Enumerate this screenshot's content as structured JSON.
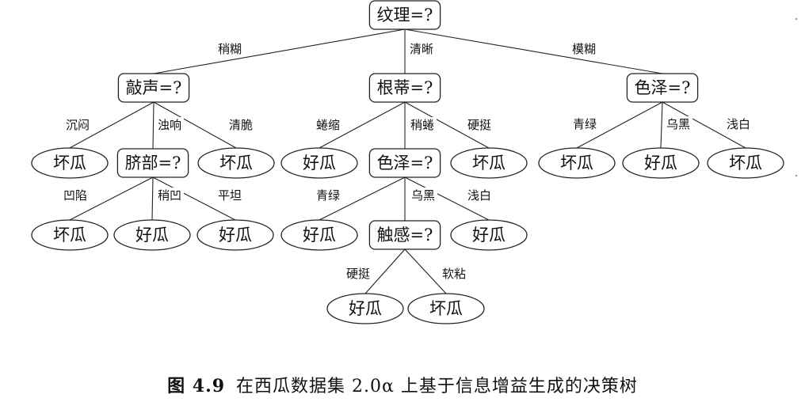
{
  "tree": {
    "root": "纹理=?",
    "branches": [
      {
        "edge": "稍糊",
        "node": "敲声=?",
        "branches": [
          {
            "edge": "沉闷",
            "leaf": "坏瓜"
          },
          {
            "edge": "浊响",
            "node": "脐部=?",
            "branches": [
              {
                "edge": "凹陷",
                "leaf": "坏瓜"
              },
              {
                "edge": "稍凹",
                "leaf": "好瓜"
              },
              {
                "edge": "平坦",
                "leaf": "好瓜"
              }
            ]
          },
          {
            "edge": "清脆",
            "leaf": "坏瓜"
          }
        ]
      },
      {
        "edge": "清晰",
        "node": "根蒂=?",
        "branches": [
          {
            "edge": "蜷缩",
            "leaf": "好瓜"
          },
          {
            "edge": "稍蜷",
            "node": "色泽=?",
            "branches": [
              {
                "edge": "青绿",
                "leaf": "好瓜"
              },
              {
                "edge": "乌黑",
                "node": "触感=?",
                "branches": [
                  {
                    "edge": "硬挺",
                    "leaf": "好瓜"
                  },
                  {
                    "edge": "软粘",
                    "leaf": "坏瓜"
                  }
                ]
              },
              {
                "edge": "浅白",
                "leaf": "好瓜"
              }
            ]
          },
          {
            "edge": "硬挺",
            "leaf": "坏瓜"
          }
        ]
      },
      {
        "edge": "模糊",
        "node": "色泽=?",
        "branches": [
          {
            "edge": "青绿",
            "leaf": "坏瓜"
          },
          {
            "edge": "乌黑",
            "leaf": "好瓜"
          },
          {
            "edge": "浅白",
            "leaf": "坏瓜"
          }
        ]
      }
    ]
  },
  "caption": {
    "figure_number": "图 4.9",
    "text": "在西瓜数据集 2.0α 上基于信息增益生成的决策树"
  }
}
